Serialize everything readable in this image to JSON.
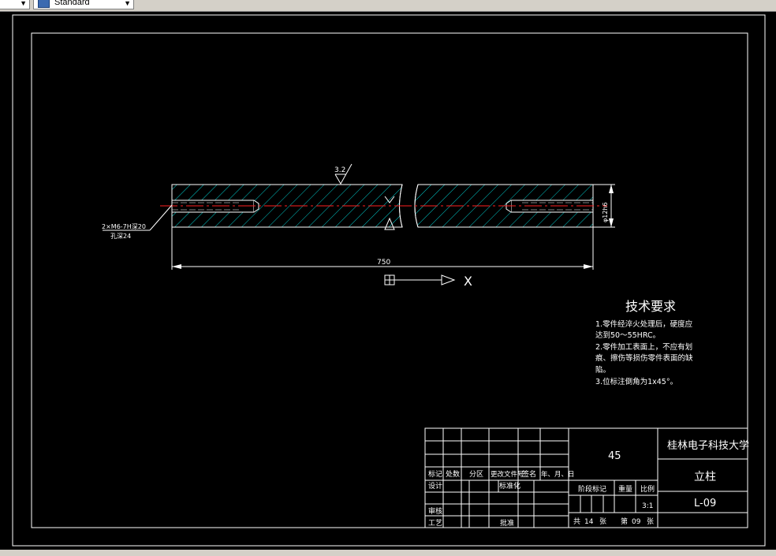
{
  "toolbar": {
    "style_dropdown_value": "Standard"
  },
  "drawing": {
    "roughness_mark": "3.2",
    "hole_note_line1": "2×M6-7H深20",
    "hole_note_line2": "孔深24",
    "length_dimension": "750",
    "diameter_dimension": "φ12h6",
    "ucs_axis_label": "X"
  },
  "tech_requirements": {
    "title": "技术要求",
    "lines": [
      "1.零件经淬火处理后，硬度应",
      "达到50～55HRC。",
      "2.零件加工表面上，不应有划",
      "痕、擦伤等损伤零件表面的缺",
      "陷。",
      "3.位标注倒角为1x45°。"
    ]
  },
  "title_block": {
    "material": "45",
    "school": "桂林电子科技大学",
    "part_name": "立柱",
    "drawing_number": "L-09",
    "headers": {
      "mark": "标记",
      "count": "处数",
      "zone": "分区",
      "change_doc": "更改文件号",
      "signature": "签名",
      "date": "年、月、日"
    },
    "design": "设计",
    "standardization": "标准化",
    "review": "审核",
    "process": "工艺",
    "approve": "批准",
    "stage_mark": "阶段标记",
    "weight": "重量",
    "scale_label": "比例",
    "scale_value": "3:1",
    "total_label": "共",
    "total_sheets": "14",
    "sheets_unit": "张",
    "sheet_label": "第",
    "sheet_number": "09",
    "sheet_unit": "张"
  }
}
